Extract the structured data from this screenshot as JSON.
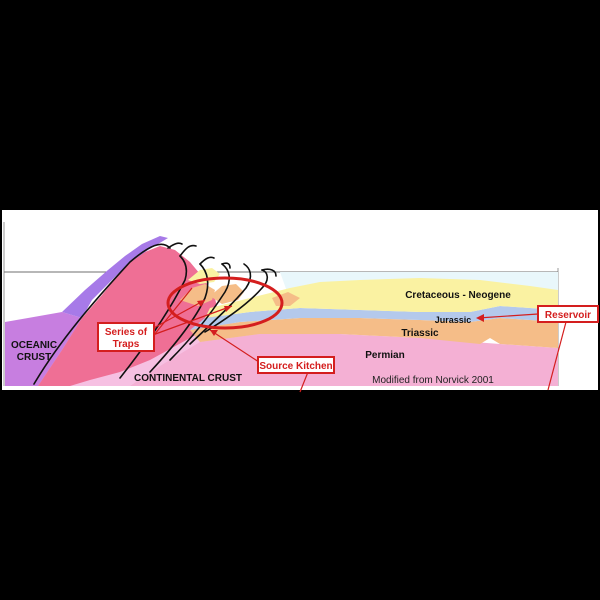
{
  "labels": {
    "oceanic_crust_line1": "OCEANIC",
    "oceanic_crust_line2": "CRUST",
    "continental_crust": "CONTINENTAL CRUST",
    "cretaceous_neogene": "Cretaceous - Neogene",
    "jurassic": "Jurassic",
    "triassic": "Triassic",
    "permian": "Permian",
    "credit": "Modified from Norvick 2001"
  },
  "callouts": {
    "series_of_traps_line1": "Series of",
    "series_of_traps_line2": "Traps",
    "source_kitchen": "Source Kitchen",
    "reservoir": "Reservoir"
  },
  "colors": {
    "background": "#000000",
    "panel": "#ffffff",
    "oceanic_crust": "#c77ee0",
    "continental_crust": "#f6c0e2",
    "uplift": "#ef6f95",
    "purple_edge": "#a77ae8",
    "permian": "#f4b0d4",
    "triassic": "#f5bd88",
    "jurassic": "#b4c9ec",
    "cretaceous_neogene": "#faf2a2",
    "sea": "#e9f7fb",
    "annotation_red": "#d41e1e"
  }
}
